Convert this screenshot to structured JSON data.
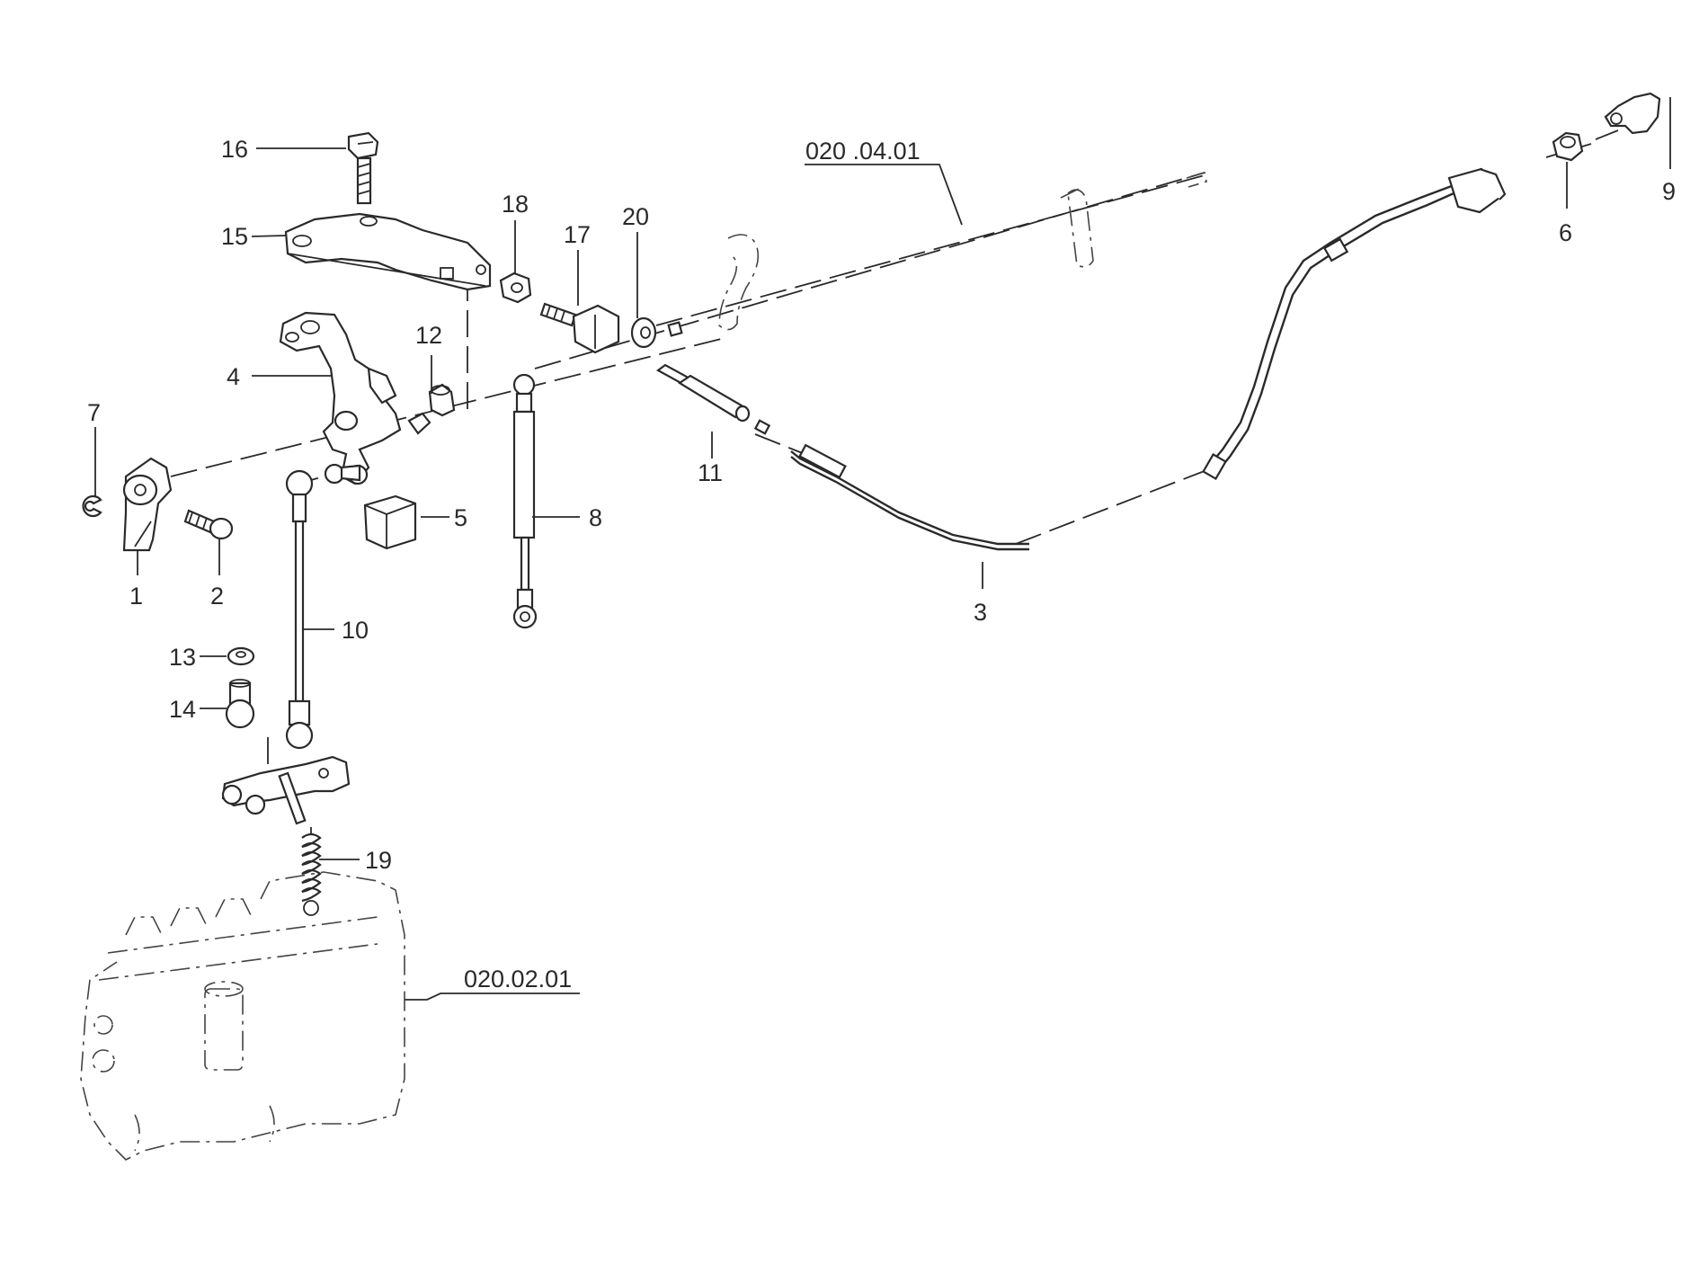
{
  "diagram": {
    "part_callouts": [
      {
        "id": "c1",
        "label": "1"
      },
      {
        "id": "c2",
        "label": "2"
      },
      {
        "id": "c3",
        "label": "3"
      },
      {
        "id": "c4",
        "label": "4"
      },
      {
        "id": "c5",
        "label": "5"
      },
      {
        "id": "c6",
        "label": "6"
      },
      {
        "id": "c7",
        "label": "7"
      },
      {
        "id": "c8",
        "label": "8"
      },
      {
        "id": "c9",
        "label": "9"
      },
      {
        "id": "c10",
        "label": "10"
      },
      {
        "id": "c11",
        "label": "11"
      },
      {
        "id": "c12",
        "label": "12"
      },
      {
        "id": "c13",
        "label": "13"
      },
      {
        "id": "c14",
        "label": "14"
      },
      {
        "id": "c15",
        "label": "15"
      },
      {
        "id": "c16",
        "label": "16"
      },
      {
        "id": "c17",
        "label": "17"
      },
      {
        "id": "c18",
        "label": "18"
      },
      {
        "id": "c19",
        "label": "19"
      },
      {
        "id": "c20",
        "label": "20"
      }
    ],
    "reference_labels": [
      {
        "id": "r1",
        "label": "020 .04.01"
      },
      {
        "id": "r2",
        "label": "020.02.01"
      }
    ]
  }
}
